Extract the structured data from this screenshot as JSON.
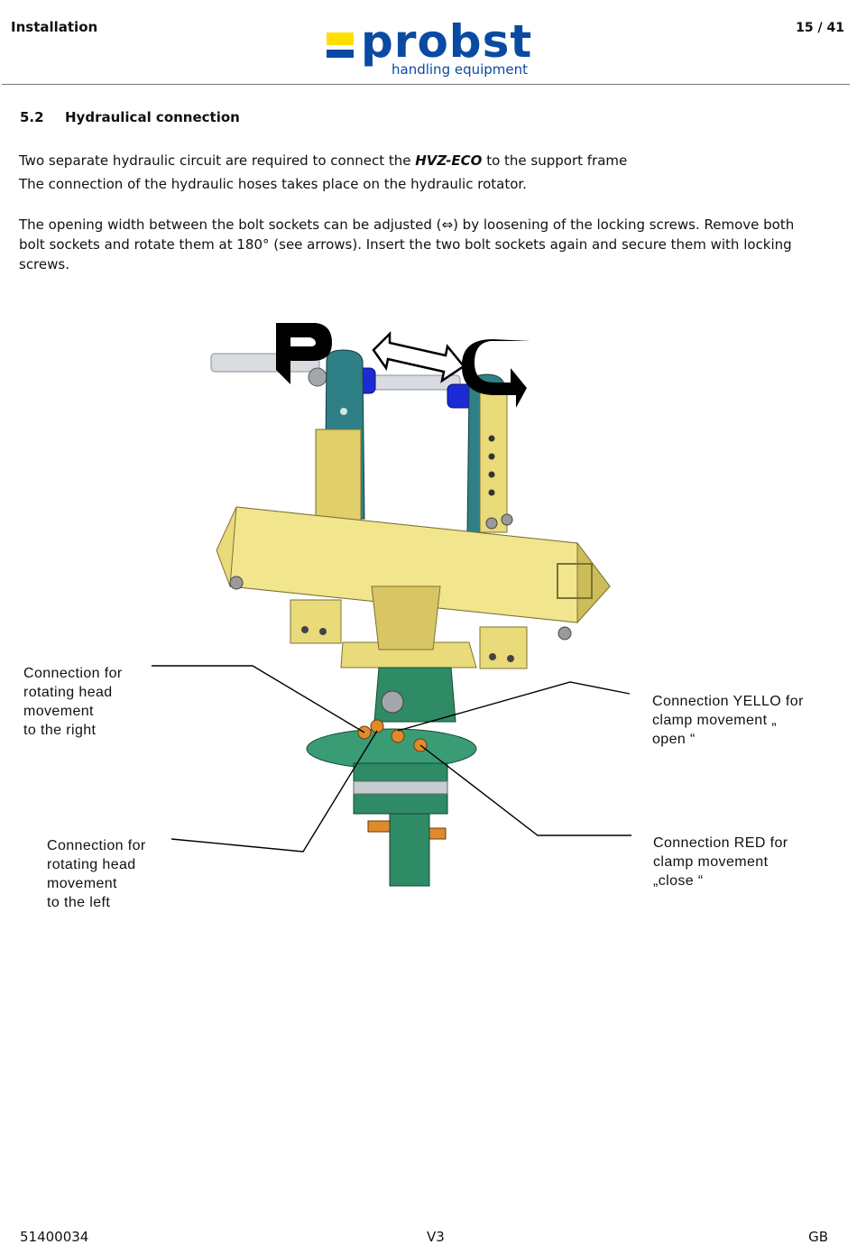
{
  "header": {
    "section_label": "Installation",
    "page_number": "15 / 41",
    "logo_word": "probst",
    "logo_tagline": "handling equipment"
  },
  "section": {
    "number": "5.2",
    "title": "Hydraulical connection"
  },
  "body": {
    "line1_before": "Two separate hydraulic circuit are required to connect the ",
    "line1_model": "HVZ-ECO",
    "line1_after": " to the support frame",
    "line2": "The connection of the hydraulic hoses takes place on the hydraulic rotator.",
    "para2_start": "The opening width between the bolt sockets can be adjusted (",
    "para2_symbol": "⇔",
    "para2_rest1": ") by loosening of the locking screws. Remove both",
    "para2_line2": "bolt sockets and rotate them at 180° (see arrows). Insert the two bolt sockets again and secure them with locking",
    "para2_line3": "screws."
  },
  "callouts": {
    "rot_right": [
      "Connection for",
      "rotating head",
      "movement",
      "to the right"
    ],
    "rot_left": [
      "Connection for",
      "rotating head",
      "movement",
      "to the left"
    ],
    "yellow": [
      "Connection YELLO for",
      "clamp movement „",
      "open “"
    ],
    "red": [
      "Connection RED for",
      "clamp movement",
      "„close “"
    ]
  },
  "colors": {
    "brand_blue": "#0b4aa2",
    "brand_yellow": "#ffdf00",
    "frame_yellow": "#e9da7a",
    "rotator_green": "#2f8a66",
    "bolt_teal": "#2f7f86",
    "pin_blue": "#1a2bd6"
  },
  "footer": {
    "doc_number": "51400034",
    "version": "V3",
    "language": "GB"
  }
}
